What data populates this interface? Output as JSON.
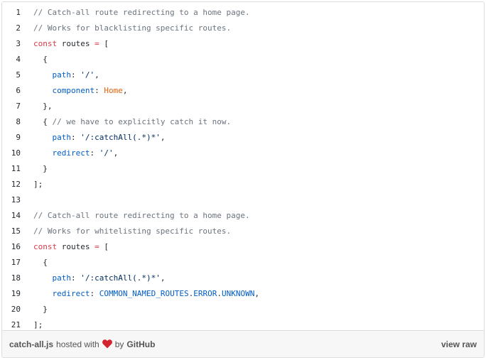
{
  "code_lines": [
    {
      "n": "1",
      "tokens": [
        {
          "t": "// Catch-all route redirecting to a home page.",
          "c": "comment"
        }
      ]
    },
    {
      "n": "2",
      "tokens": [
        {
          "t": "// Works for blacklisting specific routes.",
          "c": "comment"
        }
      ]
    },
    {
      "n": "3",
      "tokens": [
        {
          "t": "const",
          "c": "keyword"
        },
        {
          "t": " routes ",
          "c": "plain"
        },
        {
          "t": "=",
          "c": "keyword"
        },
        {
          "t": " [",
          "c": "plain"
        }
      ]
    },
    {
      "n": "4",
      "tokens": [
        {
          "t": "  {",
          "c": "plain"
        }
      ]
    },
    {
      "n": "5",
      "tokens": [
        {
          "t": "    ",
          "c": "plain"
        },
        {
          "t": "path",
          "c": "prop"
        },
        {
          "t": ": ",
          "c": "plain"
        },
        {
          "t": "'/'",
          "c": "string"
        },
        {
          "t": ",",
          "c": "plain"
        }
      ]
    },
    {
      "n": "6",
      "tokens": [
        {
          "t": "    ",
          "c": "plain"
        },
        {
          "t": "component",
          "c": "prop"
        },
        {
          "t": ": ",
          "c": "plain"
        },
        {
          "t": "Home",
          "c": "entity"
        },
        {
          "t": ",",
          "c": "plain"
        }
      ]
    },
    {
      "n": "7",
      "tokens": [
        {
          "t": "  },",
          "c": "plain"
        }
      ]
    },
    {
      "n": "8",
      "tokens": [
        {
          "t": "  { ",
          "c": "plain"
        },
        {
          "t": "// we have to explicitly catch it now.",
          "c": "comment"
        }
      ]
    },
    {
      "n": "9",
      "tokens": [
        {
          "t": "    ",
          "c": "plain"
        },
        {
          "t": "path",
          "c": "prop"
        },
        {
          "t": ": ",
          "c": "plain"
        },
        {
          "t": "'/:catchAll(.*)*'",
          "c": "string"
        },
        {
          "t": ",",
          "c": "plain"
        }
      ]
    },
    {
      "n": "10",
      "tokens": [
        {
          "t": "    ",
          "c": "plain"
        },
        {
          "t": "redirect",
          "c": "prop"
        },
        {
          "t": ": ",
          "c": "plain"
        },
        {
          "t": "'/'",
          "c": "string"
        },
        {
          "t": ",",
          "c": "plain"
        }
      ]
    },
    {
      "n": "11",
      "tokens": [
        {
          "t": "  }",
          "c": "plain"
        }
      ]
    },
    {
      "n": "12",
      "tokens": [
        {
          "t": "];",
          "c": "plain"
        }
      ]
    },
    {
      "n": "13",
      "tokens": []
    },
    {
      "n": "14",
      "tokens": [
        {
          "t": "// Catch-all route redirecting to a home page.",
          "c": "comment"
        }
      ]
    },
    {
      "n": "15",
      "tokens": [
        {
          "t": "// Works for whitelisting specific routes.",
          "c": "comment"
        }
      ]
    },
    {
      "n": "16",
      "tokens": [
        {
          "t": "const",
          "c": "keyword"
        },
        {
          "t": " routes ",
          "c": "plain"
        },
        {
          "t": "=",
          "c": "keyword"
        },
        {
          "t": " [",
          "c": "plain"
        }
      ]
    },
    {
      "n": "17",
      "tokens": [
        {
          "t": "  {",
          "c": "plain"
        }
      ]
    },
    {
      "n": "18",
      "tokens": [
        {
          "t": "    ",
          "c": "plain"
        },
        {
          "t": "path",
          "c": "prop"
        },
        {
          "t": ": ",
          "c": "plain"
        },
        {
          "t": "'/:catchAll(.*)*'",
          "c": "string"
        },
        {
          "t": ",",
          "c": "plain"
        }
      ]
    },
    {
      "n": "19",
      "tokens": [
        {
          "t": "    ",
          "c": "plain"
        },
        {
          "t": "redirect",
          "c": "prop"
        },
        {
          "t": ": ",
          "c": "plain"
        },
        {
          "t": "COMMON_NAMED_ROUTES",
          "c": "constant"
        },
        {
          "t": ".",
          "c": "plain"
        },
        {
          "t": "ERROR",
          "c": "constant"
        },
        {
          "t": ".",
          "c": "plain"
        },
        {
          "t": "UNKNOWN",
          "c": "constant"
        },
        {
          "t": ",",
          "c": "plain"
        }
      ]
    },
    {
      "n": "20",
      "tokens": [
        {
          "t": "  }",
          "c": "plain"
        }
      ]
    },
    {
      "n": "21",
      "tokens": [
        {
          "t": "];",
          "c": "plain"
        }
      ]
    }
  ],
  "footer": {
    "file_name": "catch-all.js",
    "hosted_with": "hosted with",
    "heart_icon": "heart-icon",
    "by": "by",
    "github": "GitHub",
    "view_raw": "view raw"
  },
  "colors": {
    "heart": "#d1242f",
    "keyword": "#d73a49",
    "comment": "#6a737d",
    "property": "#005cc5",
    "entity": "#e36209"
  }
}
